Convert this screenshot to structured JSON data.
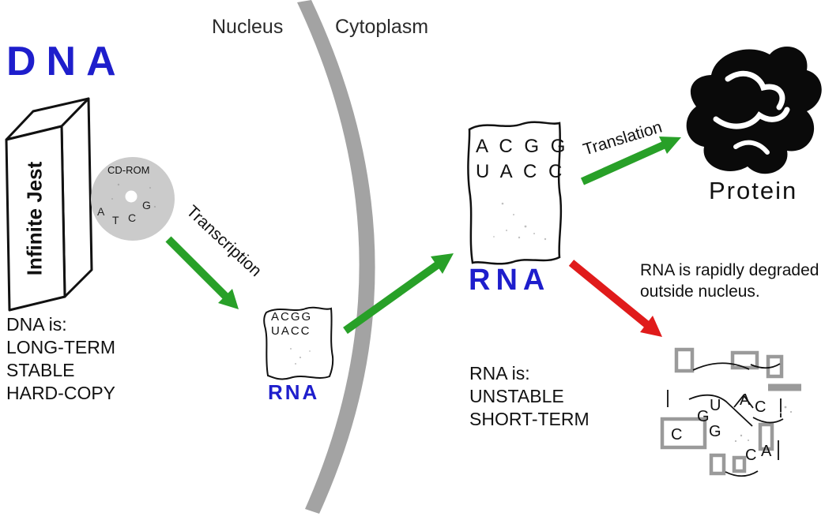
{
  "regions": {
    "nucleus": "Nucleus",
    "cytoplasm": "Cytoplasm"
  },
  "dna": {
    "label": "DNA",
    "book_title": "Infinite Jest",
    "cd": {
      "label": "CD-ROM",
      "letters": [
        "A",
        "T",
        "C",
        "G"
      ]
    },
    "props": [
      "DNA is:",
      "LONG-TERM",
      "STABLE",
      "HARD-COPY"
    ]
  },
  "transcription_label": "Transcription",
  "translation_label": "Translation",
  "rna_small": {
    "label": "RNA",
    "line1": "ACGG",
    "line2": "UACC"
  },
  "rna_large": {
    "label": "RNA",
    "line1": "A C G G",
    "line2": "U A C C"
  },
  "protein_label": "Protein",
  "rna_props": [
    "RNA is:",
    "UNSTABLE",
    "SHORT-TERM"
  ],
  "degradation_note": {
    "line1": "RNA is rapidly degraded",
    "line2": "outside nucleus."
  },
  "fragments": {
    "letters": [
      "U",
      "A",
      "C",
      "G",
      "G",
      "C",
      "C",
      "A"
    ]
  },
  "colors": {
    "blue": "#1e1ecc",
    "green": "#28a028",
    "red": "#e01b1b",
    "membrane_gray": "#a3a3a3",
    "cd_gray": "#cbcbcb",
    "fragment_gray": "#9a9a9a",
    "protein_black": "#0a0a0a"
  }
}
